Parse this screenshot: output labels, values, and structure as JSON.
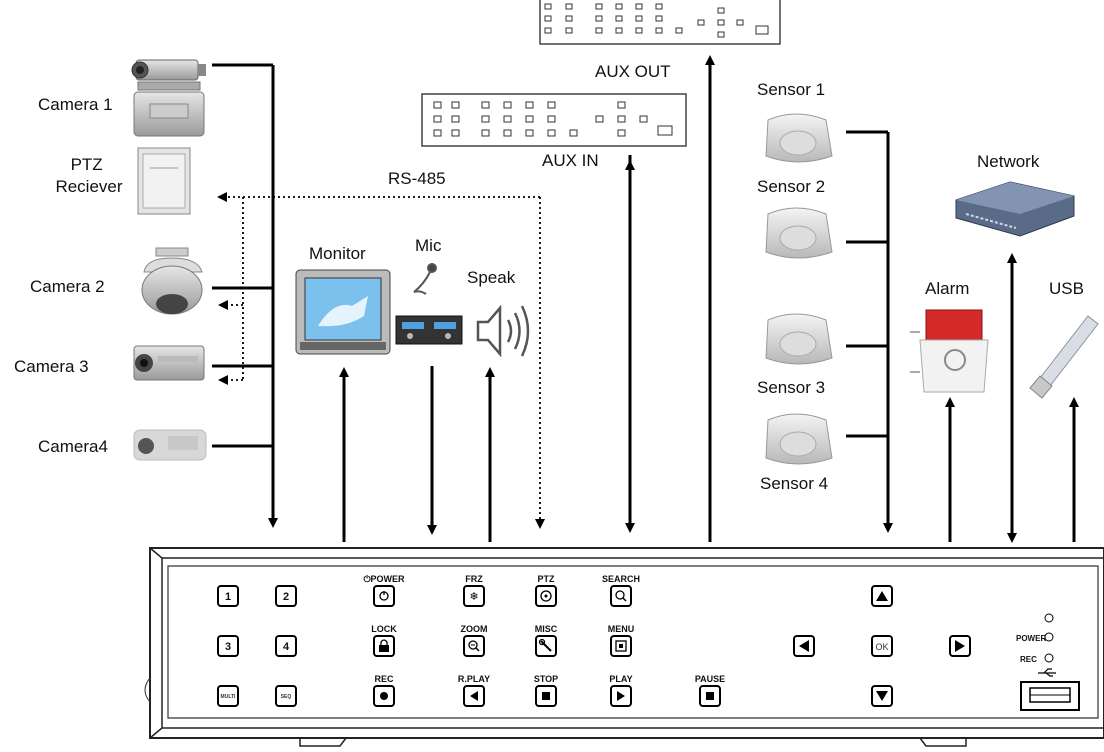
{
  "labels": {
    "camera1": "Camera 1",
    "ptz_receiver": "PTZ\nReciever",
    "camera2": "Camera 2",
    "camera3": "Camera 3",
    "camera4": "Camera4",
    "rs485": "RS-485",
    "monitor": "Monitor",
    "mic": "Mic",
    "speak": "Speak",
    "aux_out": "AUX OUT",
    "aux_in": "AUX IN",
    "sensor1": "Sensor 1",
    "sensor2": "Sensor 2",
    "sensor3": "Sensor 3",
    "sensor4": "Sensor 4",
    "network": "Network",
    "alarm": "Alarm",
    "usb": "USB"
  },
  "dvr": {
    "number_keys": [
      "1",
      "2",
      "3",
      "4"
    ],
    "multi_key": "MULTI",
    "seq_key": "SEQ",
    "buttons": [
      {
        "label": "POWER",
        "prefix": "⏻",
        "icon": "power-icon"
      },
      {
        "label": "FRZ",
        "icon": "freeze-icon"
      },
      {
        "label": "PTZ",
        "icon": "ptz-icon"
      },
      {
        "label": "SEARCH",
        "icon": "search-icon"
      },
      {
        "label": "LOCK",
        "icon": "lock-icon"
      },
      {
        "label": "ZOOM",
        "icon": "zoom-icon"
      },
      {
        "label": "MISC",
        "icon": "wrench-icon"
      },
      {
        "label": "MENU",
        "icon": "menu-icon"
      },
      {
        "label": "REC",
        "icon": "record-icon"
      },
      {
        "label": "R.PLAY",
        "icon": "reverse-play-icon"
      },
      {
        "label": "STOP",
        "icon": "stop-icon"
      },
      {
        "label": "PLAY",
        "icon": "play-icon"
      },
      {
        "label": "PAUSE",
        "icon": "pause-icon"
      }
    ],
    "ok_key": "OK",
    "power_led": "POWER",
    "rec_led": "REC"
  }
}
